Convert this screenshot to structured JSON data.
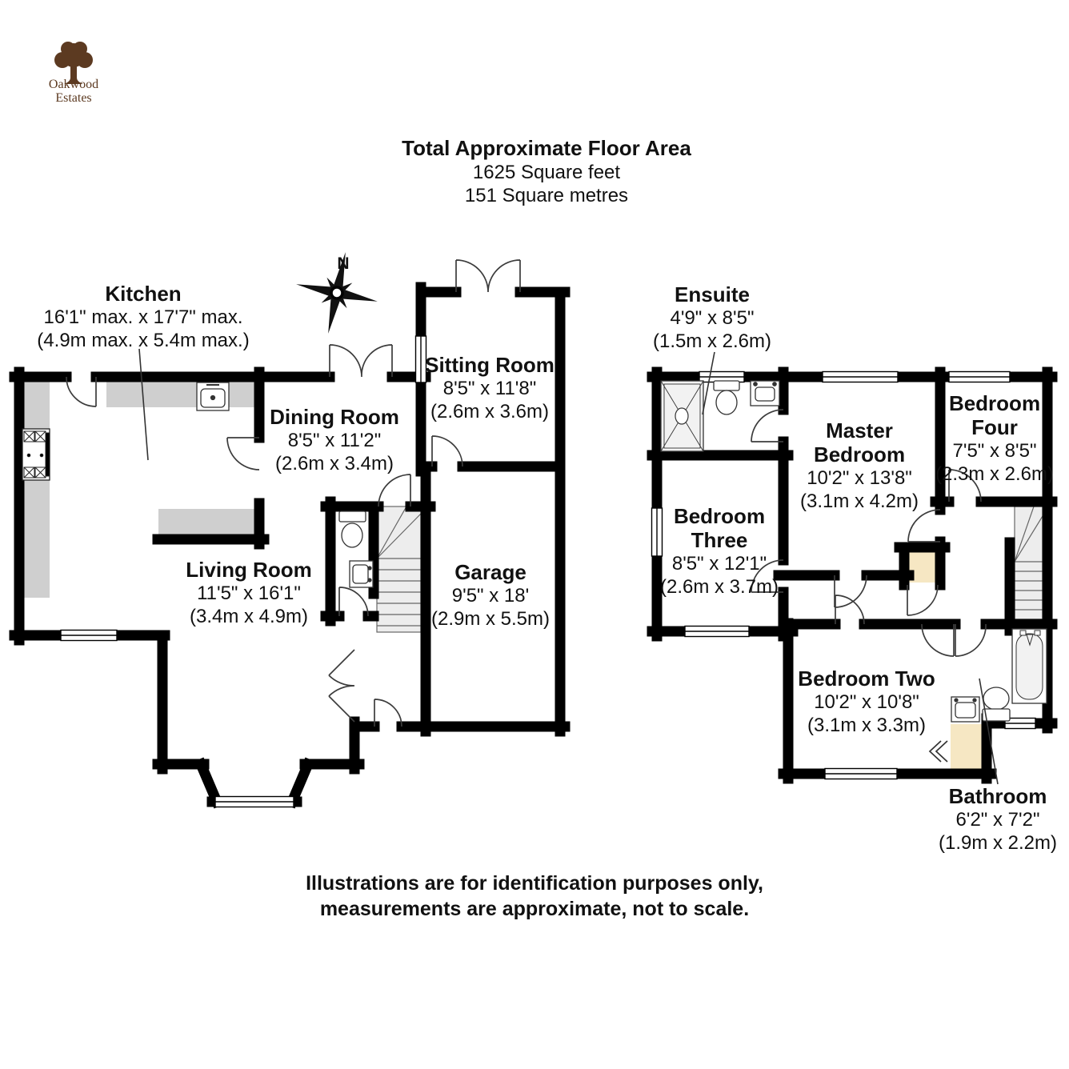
{
  "logo": {
    "line1": "Oakwood",
    "line2": "Estates"
  },
  "header": {
    "title": "Total Approximate Floor Area",
    "area_feet": "1625 Square feet",
    "area_metres": "151 Square metres"
  },
  "compass": {
    "label": "N"
  },
  "ground_floor": {
    "rooms": {
      "kitchen": {
        "name": "Kitchen",
        "imperial": "16'1\" max. x 17'7\" max.",
        "metric": "(4.9m max. x 5.4m max.)"
      },
      "dining": {
        "name": "Dining Room",
        "imperial": "8'5\" x 11'2\"",
        "metric": "(2.6m x 3.4m)"
      },
      "sitting": {
        "name": "Sitting Room",
        "imperial": "8'5\" x 11'8\"",
        "metric": "(2.6m x 3.6m)"
      },
      "living": {
        "name": "Living Room",
        "imperial": "11'5\" x 16'1\"",
        "metric": "(3.4m x 4.9m)"
      },
      "garage": {
        "name": "Garage",
        "imperial": "9'5\" x 18'",
        "metric": "(2.9m x 5.5m)"
      }
    }
  },
  "first_floor": {
    "rooms": {
      "ensuite": {
        "name": "Ensuite",
        "imperial": "4'9\" x 8'5\"",
        "metric": "(1.5m x 2.6m)"
      },
      "master": {
        "name": "Master Bedroom",
        "imperial": "10'2\" x 13'8\"",
        "metric": "(3.1m x 4.2m)"
      },
      "bedroom_four": {
        "name": "Bedroom Four",
        "imperial": "7'5\" x 8'5\"",
        "metric": "(2.3m x 2.6m)"
      },
      "bedroom_three": {
        "name": "Bedroom Three",
        "imperial": "8'5\" x 12'1\"",
        "metric": "(2.6m x 3.7m)"
      },
      "bedroom_two": {
        "name": "Bedroom Two",
        "imperial": "10'2\" x 10'8\"",
        "metric": "(3.1m x 3.3m)"
      },
      "bathroom": {
        "name": "Bathroom",
        "imperial": "6'2\" x 7'2\"",
        "metric": "(1.9m x 2.2m)"
      }
    }
  },
  "footer": {
    "line1": "Illustrations are for identification purposes only,",
    "line2": "measurements are approximate, not to scale."
  },
  "colors": {
    "wall": "#000000",
    "counter": "#CFCFCF",
    "stairs": "#EDEDED",
    "cupboard": "#F6E7C3",
    "logo_brown": "#5C3A21"
  }
}
